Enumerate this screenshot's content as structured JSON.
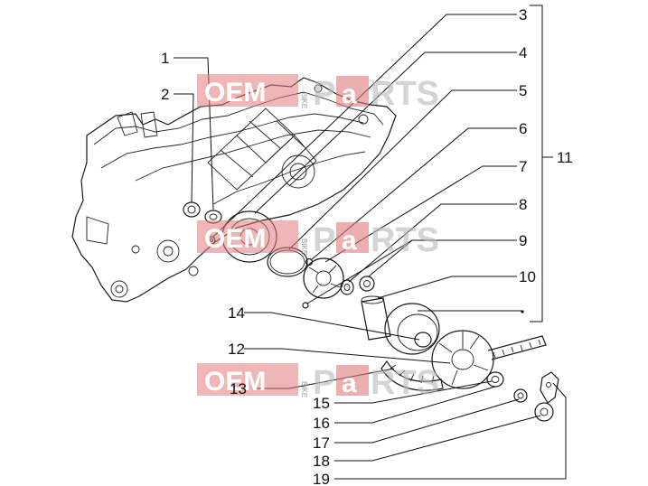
{
  "watermark": {
    "oem": "OEM",
    "bike": "BIKE",
    "parts_p": "P",
    "parts_a": "a",
    "parts_rest": "RTS"
  },
  "labels": {
    "l1": "1",
    "l2": "2",
    "l3": "3",
    "l4": "4",
    "l5": "5",
    "l6": "6",
    "l7": "7",
    "l8": "8",
    "l9": "9",
    "l10": "10",
    "l11": "11",
    "l12": "12",
    "l13": "13",
    "l14": "14",
    "l15": "15",
    "l16": "16",
    "l17": "17",
    "l18": "18",
    "l19": "19"
  }
}
